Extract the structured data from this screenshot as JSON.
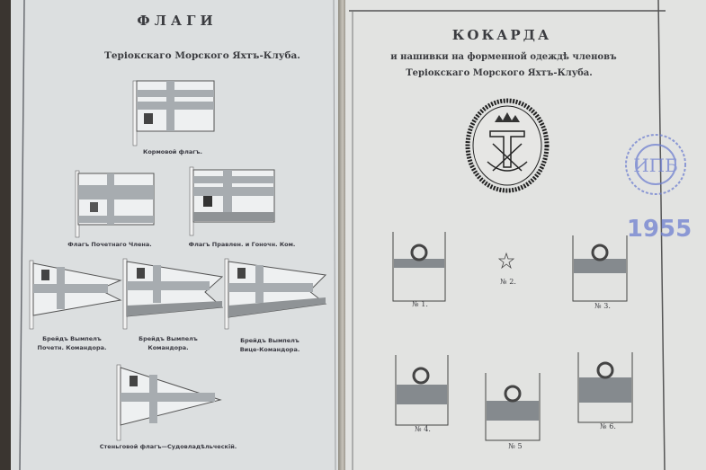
{
  "left_page": {
    "title": "ФЛАГИ",
    "subtitle": "Теріокскаго Морского Яхтъ-Клуба.",
    "flags": [
      {
        "caption": "Кормовой флагъ."
      },
      {
        "caption": "Флагъ Почетнаго Члена."
      },
      {
        "caption": "Флагъ Правлен. и Гоночн. Ком."
      },
      {
        "caption_line1": "Брейдъ Вымпелъ",
        "caption_line2": "Почетн. Командора."
      },
      {
        "caption_line1": "Брейдъ Вымпелъ",
        "caption_line2": "Командора."
      },
      {
        "caption_line1": "Брейдъ Вымпелъ",
        "caption_line2": "Вице-Командора."
      },
      {
        "caption": "Стеньговой флагъ—Судовладѣльческій."
      }
    ]
  },
  "right_page": {
    "title": "КОКАРДА",
    "subtitle_line1": "и нашивки на форменной одеждѣ членовъ",
    "subtitle_line2": "Теріокскаго Морского Яхтъ-Клуба.",
    "patches": [
      "№ 1.",
      "№ 2.",
      "№ 3.",
      "№ 4.",
      "№ 5",
      "№ 6."
    ],
    "stamp_text": "ИПБ"
  },
  "colors": {
    "page": "#dcdfe0",
    "ink": "#3b3c40",
    "stamp": "#6f7fd0"
  }
}
